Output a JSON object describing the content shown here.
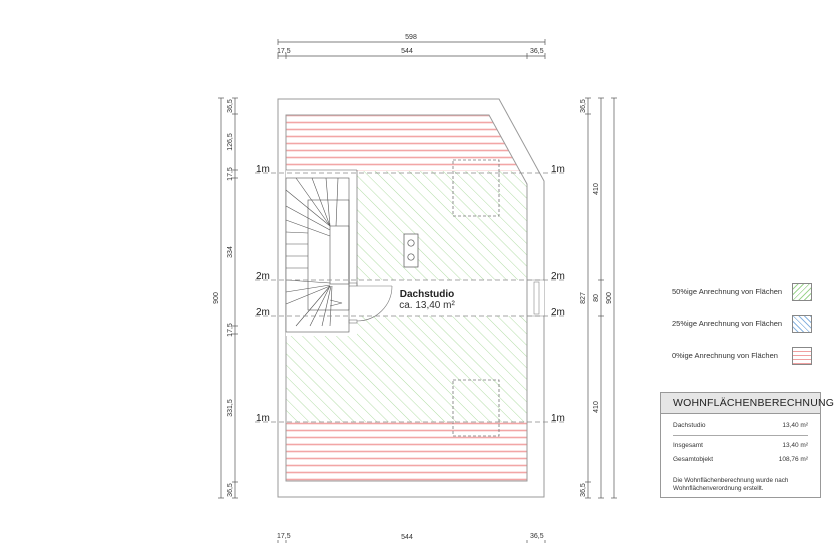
{
  "dimensions": {
    "top_total": "598",
    "top_left": "17,5",
    "top_middle": "544",
    "top_right": "36,5",
    "bottom_left": "17,5",
    "bottom_middle": "544",
    "bottom_right": "36,5",
    "left_total": "900",
    "left_segments": [
      "36,5",
      "126,5",
      "17,5",
      "334",
      "17,5",
      "331,5",
      "36,5"
    ],
    "right_inner_segments": [
      "36,5",
      "827",
      "36,5"
    ],
    "right_middle_segments": [
      "410",
      "80",
      "410"
    ],
    "right_total": "900"
  },
  "levels": {
    "left": [
      "1m",
      "2m",
      "2m",
      "1m"
    ],
    "right": [
      "1m",
      "2m",
      "2m",
      "1m"
    ]
  },
  "room": {
    "name": "Dachstudio",
    "area": "ca. 13,40 m²"
  },
  "legend": [
    {
      "label": "50%ige Anrechnung von Flächen",
      "color": "#9ed58f"
    },
    {
      "label": "25%ige Anrechnung von Flächen",
      "color": "#8ab4e0"
    },
    {
      "label": "0%ige Anrechnung von Flächen",
      "color": "#f0a0a0"
    }
  ],
  "calculation": {
    "title": "WOHNFLÄCHENBERECHNUNG",
    "rows": [
      {
        "label": "Dachstudio",
        "value": "13,40 m²"
      },
      {
        "label": "Insgesamt",
        "value": "13,40 m²"
      },
      {
        "label": "Gesamtobjekt",
        "value": "108,76 m²"
      }
    ],
    "note": "Die Wohnflächenberechnung wurde nach Wohnflächenverordnung erstellt."
  },
  "colors": {
    "wall": "#9a9a9a",
    "hatch_50": "#9ed58f",
    "hatch_0": "#f0a0a0",
    "dim_line": "#555555"
  }
}
